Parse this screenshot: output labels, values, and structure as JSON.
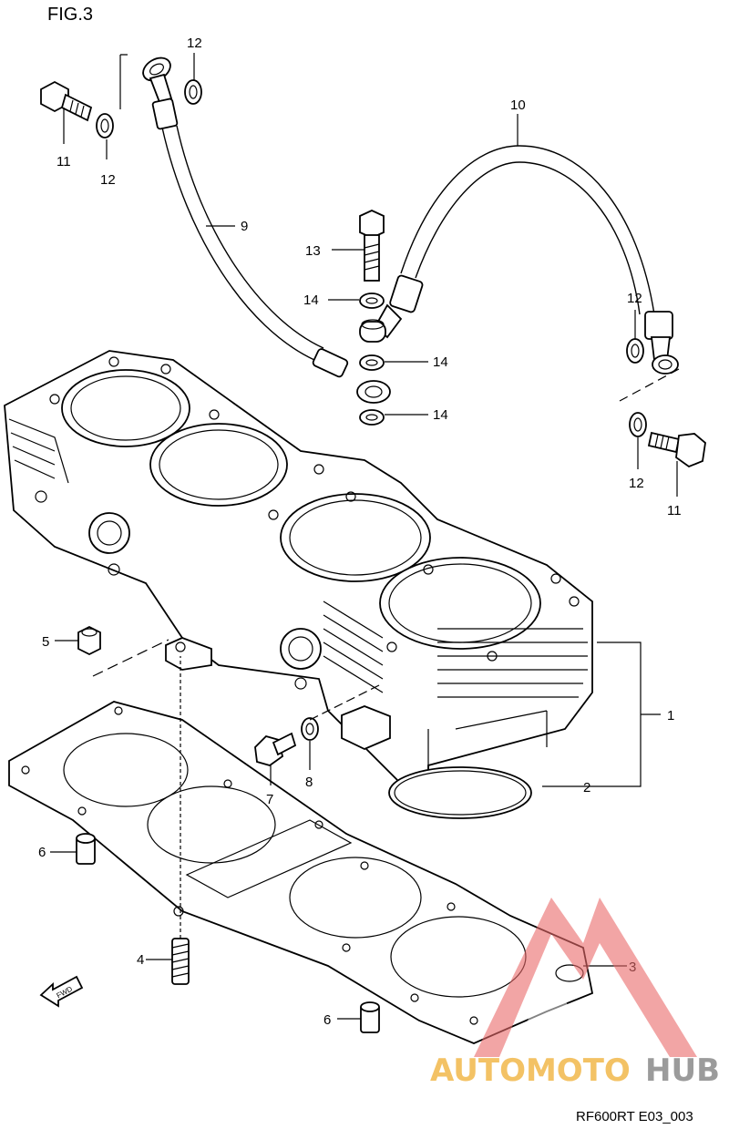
{
  "figure": {
    "title": "FIG.3",
    "code": "RF600RT E03_003"
  },
  "callouts": [
    {
      "id": "c-12a",
      "text": "12"
    },
    {
      "id": "c-11a",
      "text": "11"
    },
    {
      "id": "c-12b",
      "text": "12"
    },
    {
      "id": "c-10",
      "text": "10"
    },
    {
      "id": "c-9",
      "text": "9"
    },
    {
      "id": "c-13",
      "text": "13"
    },
    {
      "id": "c-14a",
      "text": "14"
    },
    {
      "id": "c-14b",
      "text": "14"
    },
    {
      "id": "c-14c",
      "text": "14"
    },
    {
      "id": "c-12c",
      "text": "12"
    },
    {
      "id": "c-12d",
      "text": "12"
    },
    {
      "id": "c-11b",
      "text": "11"
    },
    {
      "id": "c-5",
      "text": "5"
    },
    {
      "id": "c-1",
      "text": "1"
    },
    {
      "id": "c-8",
      "text": "8"
    },
    {
      "id": "c-7",
      "text": "7"
    },
    {
      "id": "c-2",
      "text": "2"
    },
    {
      "id": "c-6a",
      "text": "6"
    },
    {
      "id": "c-4",
      "text": "4"
    },
    {
      "id": "c-3",
      "text": "3"
    },
    {
      "id": "c-6b",
      "text": "6"
    }
  ],
  "direction_marker": {
    "text": "FWD"
  },
  "watermark": {
    "part1": "AUTOMOTO",
    "part2": "HUB",
    "colors": {
      "orange": "#f2b84b",
      "red": "#e96a6a",
      "gray": "#8a8a8a"
    }
  }
}
